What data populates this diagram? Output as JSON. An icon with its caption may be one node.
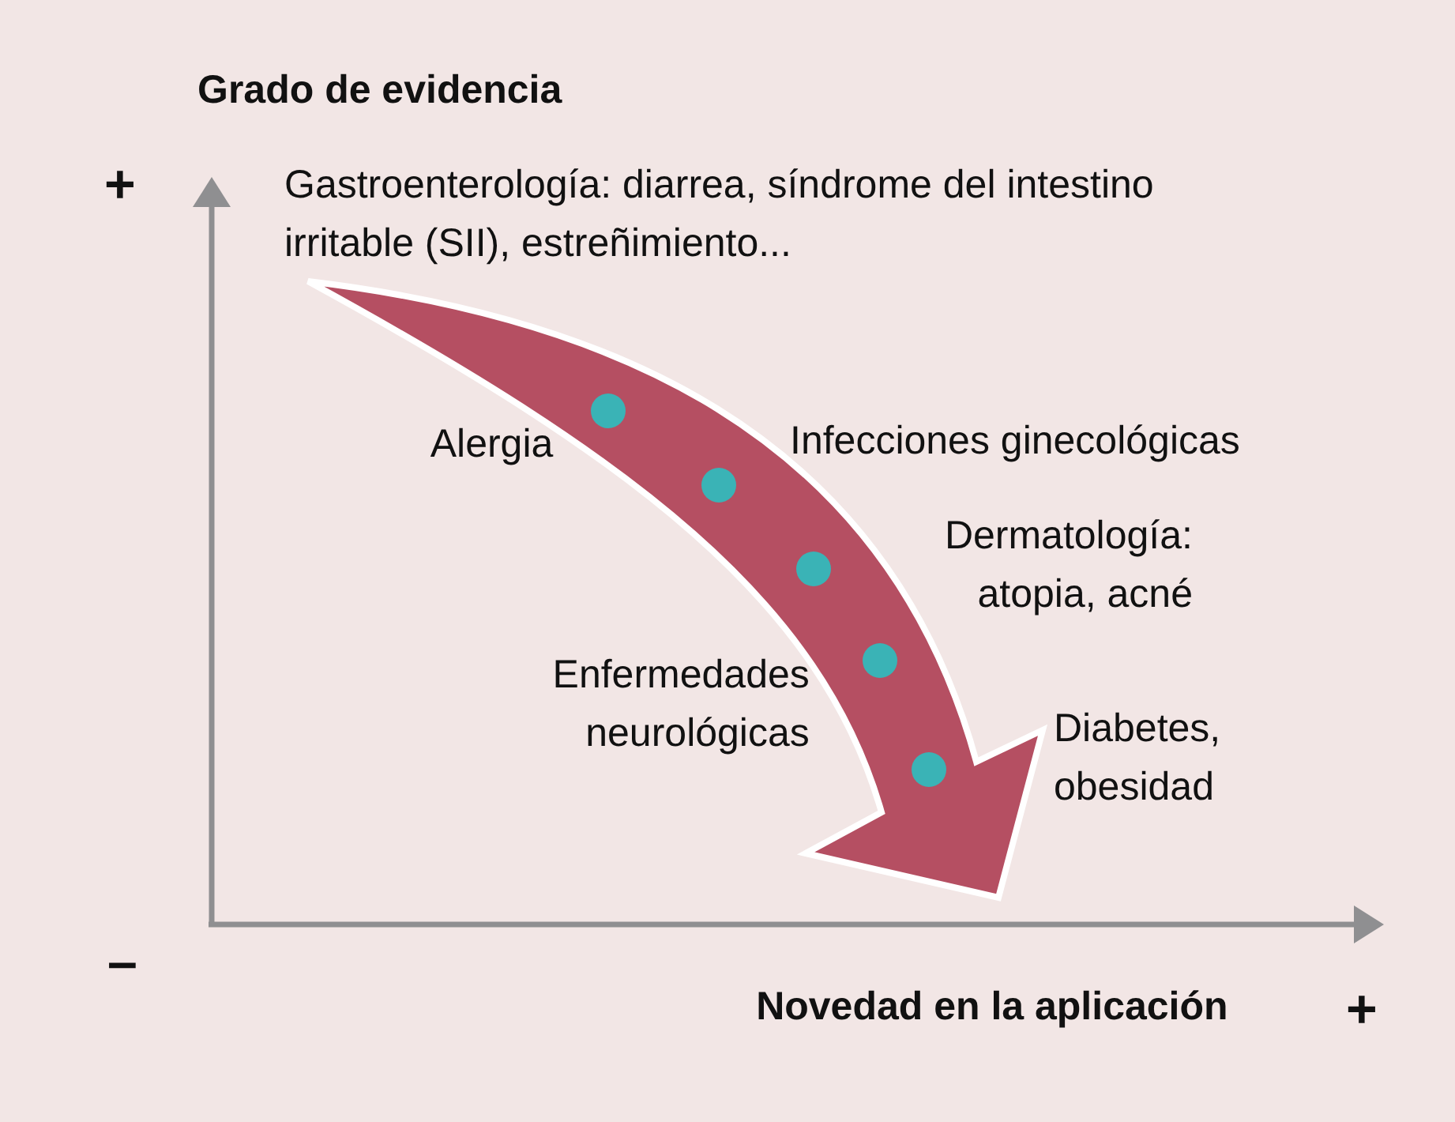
{
  "diagram": {
    "nodes": [
      {
        "text": [],
        "shape": "circle"
      },
      {
        "text": [],
        "shape": "circle"
      },
      {
        "text": [],
        "shape": "circle"
      },
      {
        "text": [],
        "shape": "circle"
      },
      {
        "text": [],
        "shape": "circle"
      }
    ],
    "labels": [
      "Grado de evidencia",
      "+",
      "Gastroenterología: diarrea, síndrome del intestino irritable (SII), estreñimiento...",
      "Alergia",
      "Infecciones ginecológicas",
      "Dermatología: atopia, acné",
      "Enfermedades neurológicas",
      "Diabetes, obesidad",
      "–",
      "Novedad en la aplicación",
      "+"
    ]
  }
}
